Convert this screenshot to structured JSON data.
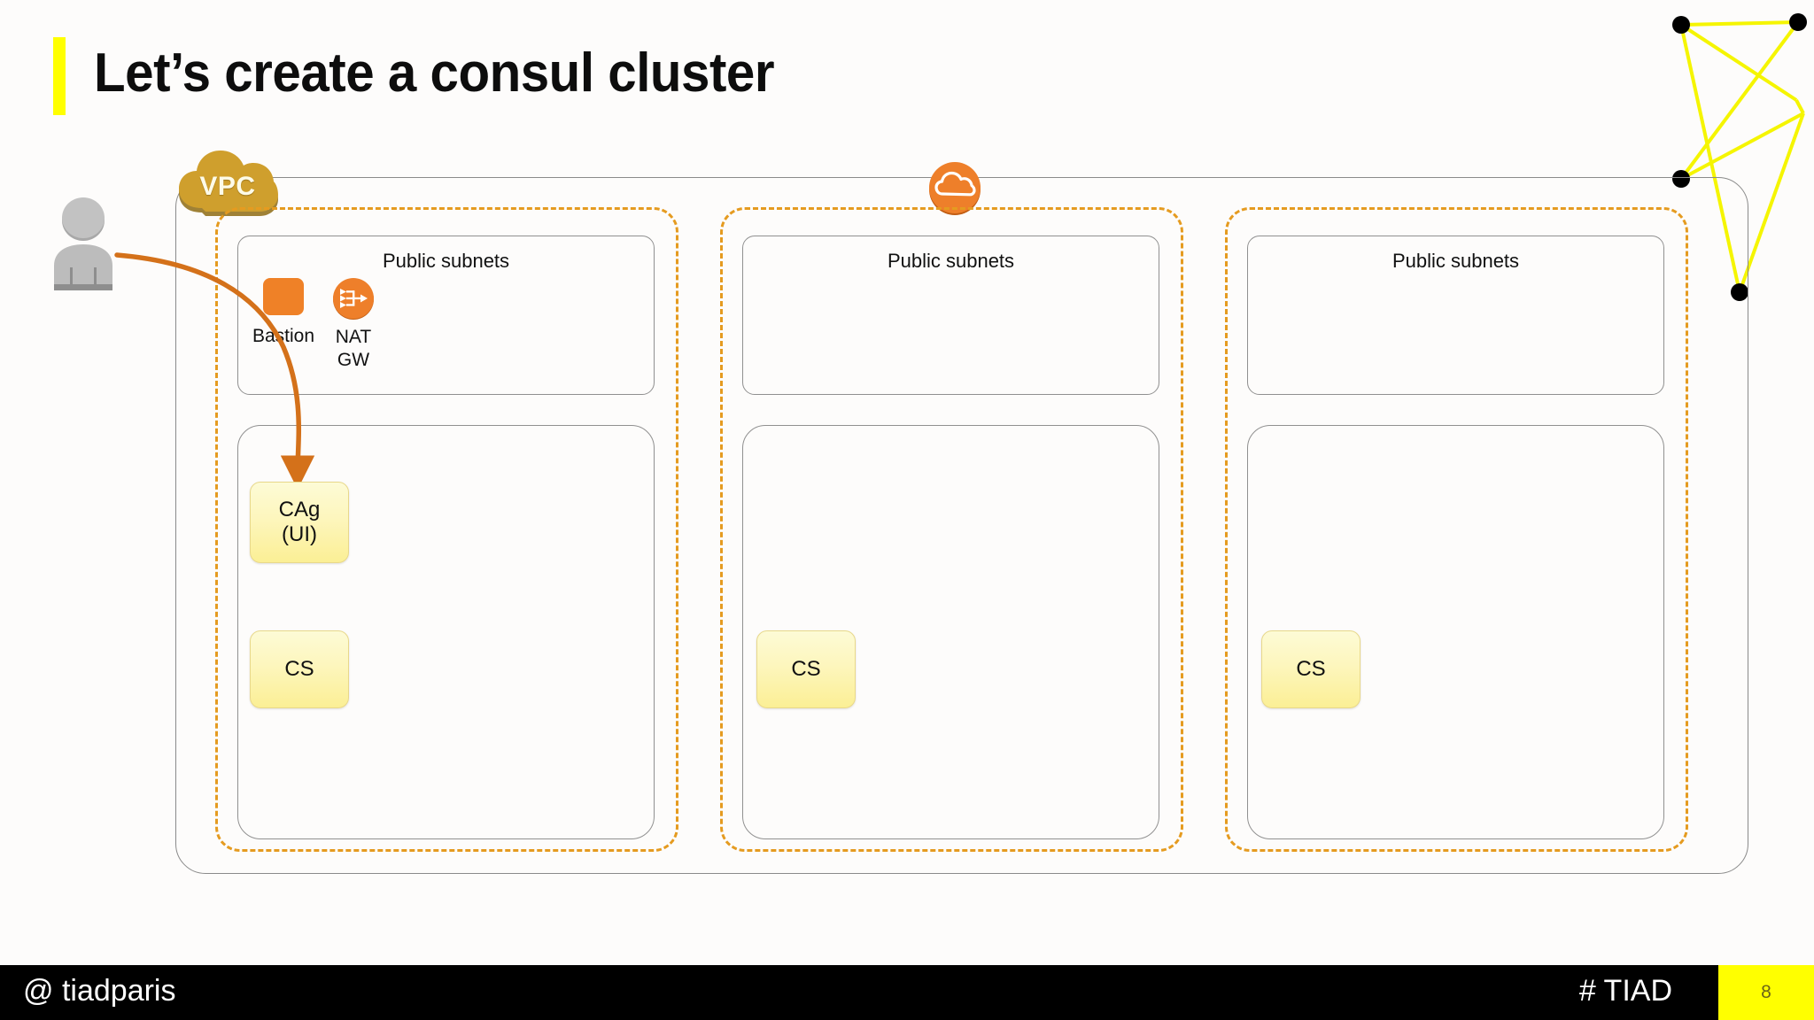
{
  "slide": {
    "title": "Let’s create a consul cluster",
    "accent_color": "#ffff00",
    "background_color": "#fdfcfb"
  },
  "diagram": {
    "vpc_label": "VPC",
    "vpc_cloud_color": "#cf9f2d",
    "region_cloud_color": "#ee7f2a",
    "az_border_color": "#e59b20",
    "subnet_border_color": "#909090",
    "availability_zones": [
      {
        "public_subnet_label": "Public subnets",
        "public_subnet_items": [
          {
            "type": "bastion",
            "label": "Bastion"
          },
          {
            "type": "nat-gateway",
            "label": "NAT\nGW",
            "label_line1": "NAT",
            "label_line2": "GW"
          }
        ],
        "private_subnet_nodes": [
          {
            "line1": "CAg",
            "line2": "(UI)"
          },
          {
            "line1": "CS",
            "line2": ""
          }
        ]
      },
      {
        "public_subnet_label": "Public subnets",
        "public_subnet_items": [],
        "private_subnet_nodes": [
          {
            "line1": "CS",
            "line2": ""
          }
        ]
      },
      {
        "public_subnet_label": "Public subnets",
        "public_subnet_items": [],
        "private_subnet_nodes": [
          {
            "line1": "CS",
            "line2": ""
          }
        ]
      }
    ],
    "connector": {
      "from": "user-actor",
      "to": "CAg (UI)",
      "color": "#d4711a"
    }
  },
  "icons": {
    "user": "user-icon",
    "vpc_cloud": "vpc-cloud-icon",
    "region_cloud": "cloud-icon",
    "bastion": "bastion-server-icon",
    "nat_gateway": "nat-gateway-icon",
    "network_decoration": "network-graph-decoration"
  },
  "labels": {
    "az1_public_subnets": "Public subnets",
    "az2_public_subnets": "Public subnets",
    "az3_public_subnets": "Public subnets",
    "bastion": "Bastion",
    "natgw_line1": "NAT",
    "natgw_line2": "GW",
    "cag_line1": "CAg",
    "cag_line2": "(UI)",
    "cs": "CS"
  },
  "footer": {
    "handle": "@ tiadparis",
    "hashtag": "# TIAD",
    "page_number": "8",
    "bar_color": "#000000",
    "badge_color": "#ffff00",
    "badge_text_color": "#6b6418"
  }
}
